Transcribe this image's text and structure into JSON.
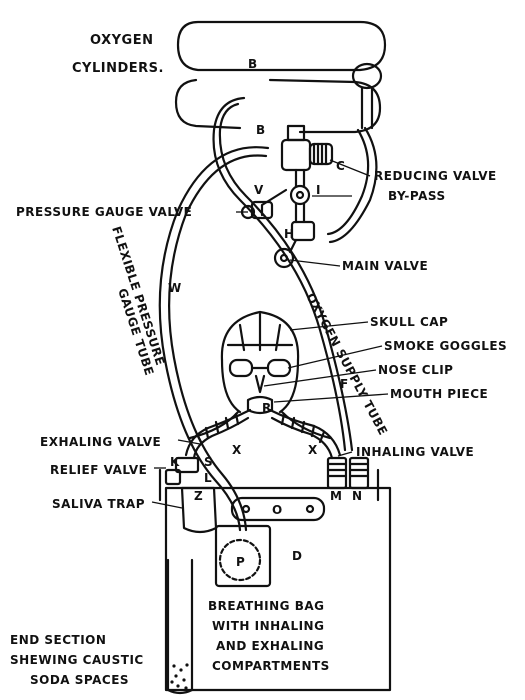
{
  "labels": {
    "oxygen": "OXYGEN",
    "cylinders": "CYLINDERS.",
    "reducing_valve": "REDUCING VALVE",
    "by_pass": "BY-PASS",
    "pressure_gauge_valve": "PRESSURE GAUGE VALVE",
    "main_valve": "MAIN VALVE",
    "flexible_pressure": "FLEXIBLE PRESSURE",
    "gauge_tube": "GAUGE TUBE",
    "oxygen_supply_tube": "OXYGEN SUPPLY TUBE",
    "skull_cap": "SKULL CAP",
    "smoke_goggles": "SMOKE GOGGLES",
    "nose_clip": "NOSE CLIP",
    "mouth_piece": "MOUTH PIECE",
    "exhaling_valve": "EXHALING VALVE",
    "inhaling_valve": "INHALING VALVE",
    "relief_valve": "RELIEF VALVE",
    "saliva_trap": "SALIVA TRAP",
    "breathing_bag_1": "BREATHING BAG",
    "breathing_bag_2": "WITH INHALING",
    "breathing_bag_3": "AND EXHALING",
    "breathing_bag_4": "COMPARTMENTS",
    "end_section_1": "END SECTION",
    "end_section_2": "SHEWING CAUSTIC",
    "end_section_3": "SODA SPACES"
  },
  "letters": {
    "b_cylinder": "B",
    "b_pipe": "B",
    "c": "C",
    "v": "V",
    "i": "I",
    "h": "H",
    "w": "W",
    "f": "F",
    "r": "R",
    "x_left": "X",
    "x_right": "X",
    "k": "K",
    "s": "S",
    "l": "L",
    "z": "Z",
    "o": "O",
    "m": "M",
    "n": "N",
    "p": "P",
    "d": "D"
  }
}
